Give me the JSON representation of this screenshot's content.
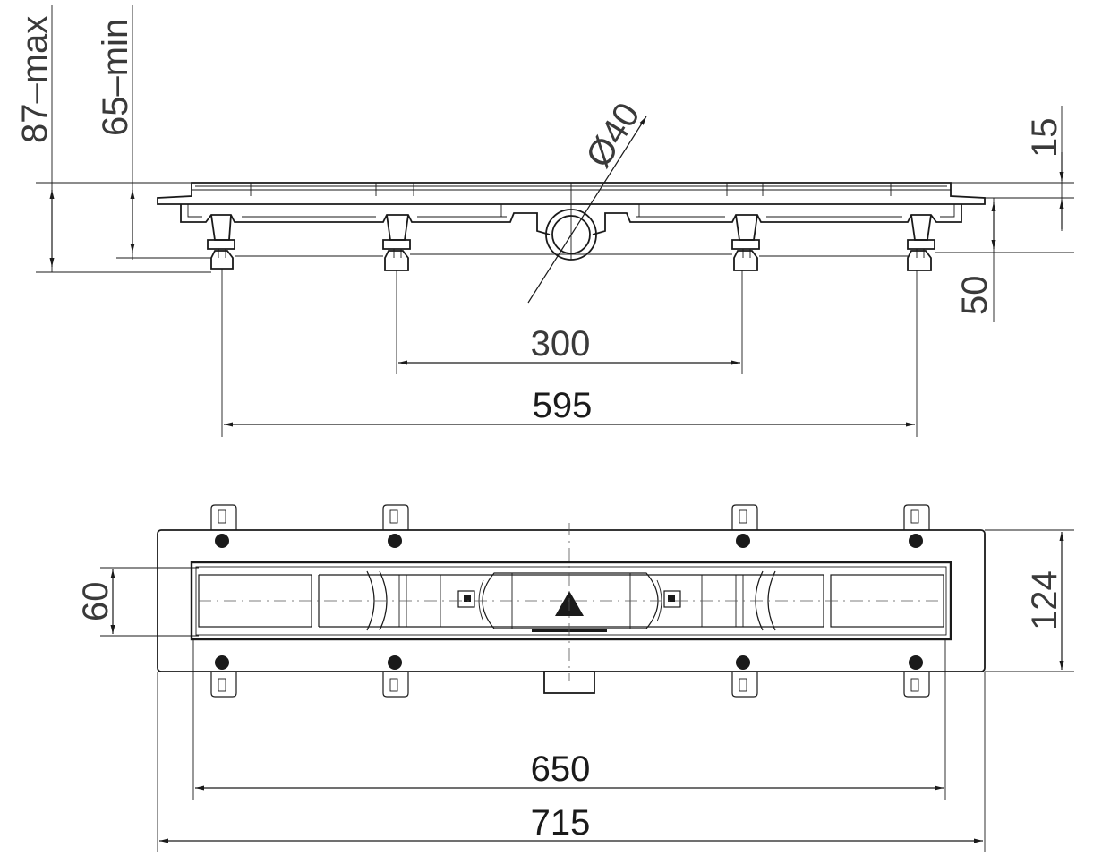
{
  "side_view": {
    "max_height": "87–max",
    "min_height": "65–min",
    "pipe_diameter": "Ø40",
    "top_offset": "15",
    "foot_height": "50",
    "inner_foot_spacing": "300",
    "outer_foot_spacing": "595"
  },
  "top_view": {
    "channel_width": "60",
    "flange_width": "124",
    "channel_length": "650",
    "overall_length": "715"
  }
}
